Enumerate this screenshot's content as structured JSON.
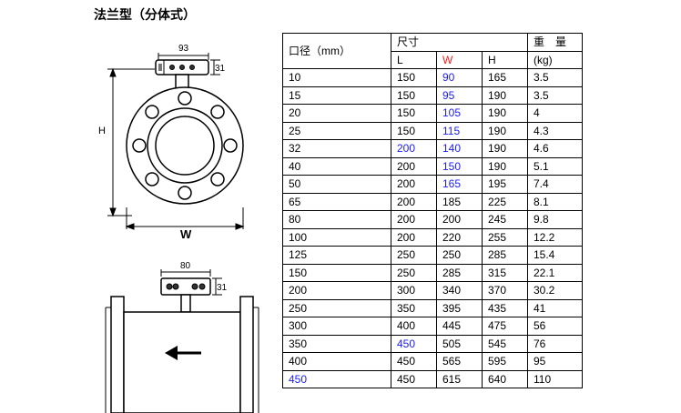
{
  "title": "法兰型（分体式）",
  "drawing": {
    "top_width": "93",
    "top_height": "31",
    "h_label": "H",
    "w_label": "W",
    "side_width": "80",
    "side_height": "31"
  },
  "table": {
    "header": {
      "diameter": "口径（mm）",
      "dimension": "尺寸",
      "weight": "重　量",
      "l": "L",
      "w": "W",
      "h": "H",
      "kg": "(kg)"
    },
    "rows": [
      {
        "d": "10",
        "l": "150",
        "w": "90",
        "h": "165",
        "kg": "3.5"
      },
      {
        "d": "15",
        "l": "150",
        "w": "95",
        "h": "190",
        "kg": "3.5"
      },
      {
        "d": "20",
        "l": "150",
        "w": "105",
        "h": "190",
        "kg": "4"
      },
      {
        "d": "25",
        "l": "150",
        "w": "115",
        "h": "190",
        "kg": "4.3"
      },
      {
        "d": "32",
        "l": "200",
        "w": "140",
        "h": "190",
        "kg": "4.6"
      },
      {
        "d": "40",
        "l": "200",
        "w": "150",
        "h": "190",
        "kg": "5.1"
      },
      {
        "d": "50",
        "l": "200",
        "w": "165",
        "h": "195",
        "kg": "7.4"
      },
      {
        "d": "65",
        "l": "200",
        "w": "185",
        "h": "225",
        "kg": "8.1"
      },
      {
        "d": "80",
        "l": "200",
        "w": "200",
        "h": "245",
        "kg": "9.8"
      },
      {
        "d": "100",
        "l": "200",
        "w": "220",
        "h": "255",
        "kg": "12.2"
      },
      {
        "d": "125",
        "l": "250",
        "w": "250",
        "h": "285",
        "kg": "15.4"
      },
      {
        "d": "150",
        "l": "250",
        "w": "285",
        "h": "315",
        "kg": "22.1"
      },
      {
        "d": "200",
        "l": "300",
        "w": "340",
        "h": "370",
        "kg": "30.2"
      },
      {
        "d": "250",
        "l": "350",
        "w": "395",
        "h": "435",
        "kg": "41"
      },
      {
        "d": "300",
        "l": "400",
        "w": "445",
        "h": "475",
        "kg": "56"
      },
      {
        "d": "350",
        "l": "450",
        "w": "505",
        "h": "545",
        "kg": "76"
      },
      {
        "d": "400",
        "l": "450",
        "w": "565",
        "h": "595",
        "kg": "95"
      },
      {
        "d": "450",
        "l": "450",
        "w": "615",
        "h": "640",
        "kg": "110"
      }
    ],
    "colors": {
      "d": [
        "",
        "",
        "",
        "",
        "",
        "",
        "",
        "",
        "",
        "",
        "",
        "",
        "",
        "",
        "",
        "",
        "",
        "#1a1aff"
      ],
      "l": [
        "",
        "",
        "",
        "",
        "#1a1aff",
        "",
        "",
        "",
        "",
        "",
        "",
        "",
        "",
        "",
        "",
        "#1a1aff",
        "",
        ""
      ],
      "w": [
        "#1a1aff",
        "#1a1aff",
        "#1a1aff",
        "#1a1aff",
        "#1a1aff",
        "#1a1aff",
        "#1a1aff",
        "",
        "",
        "",
        "",
        "",
        "",
        "",
        "",
        "",
        "",
        ""
      ]
    }
  }
}
